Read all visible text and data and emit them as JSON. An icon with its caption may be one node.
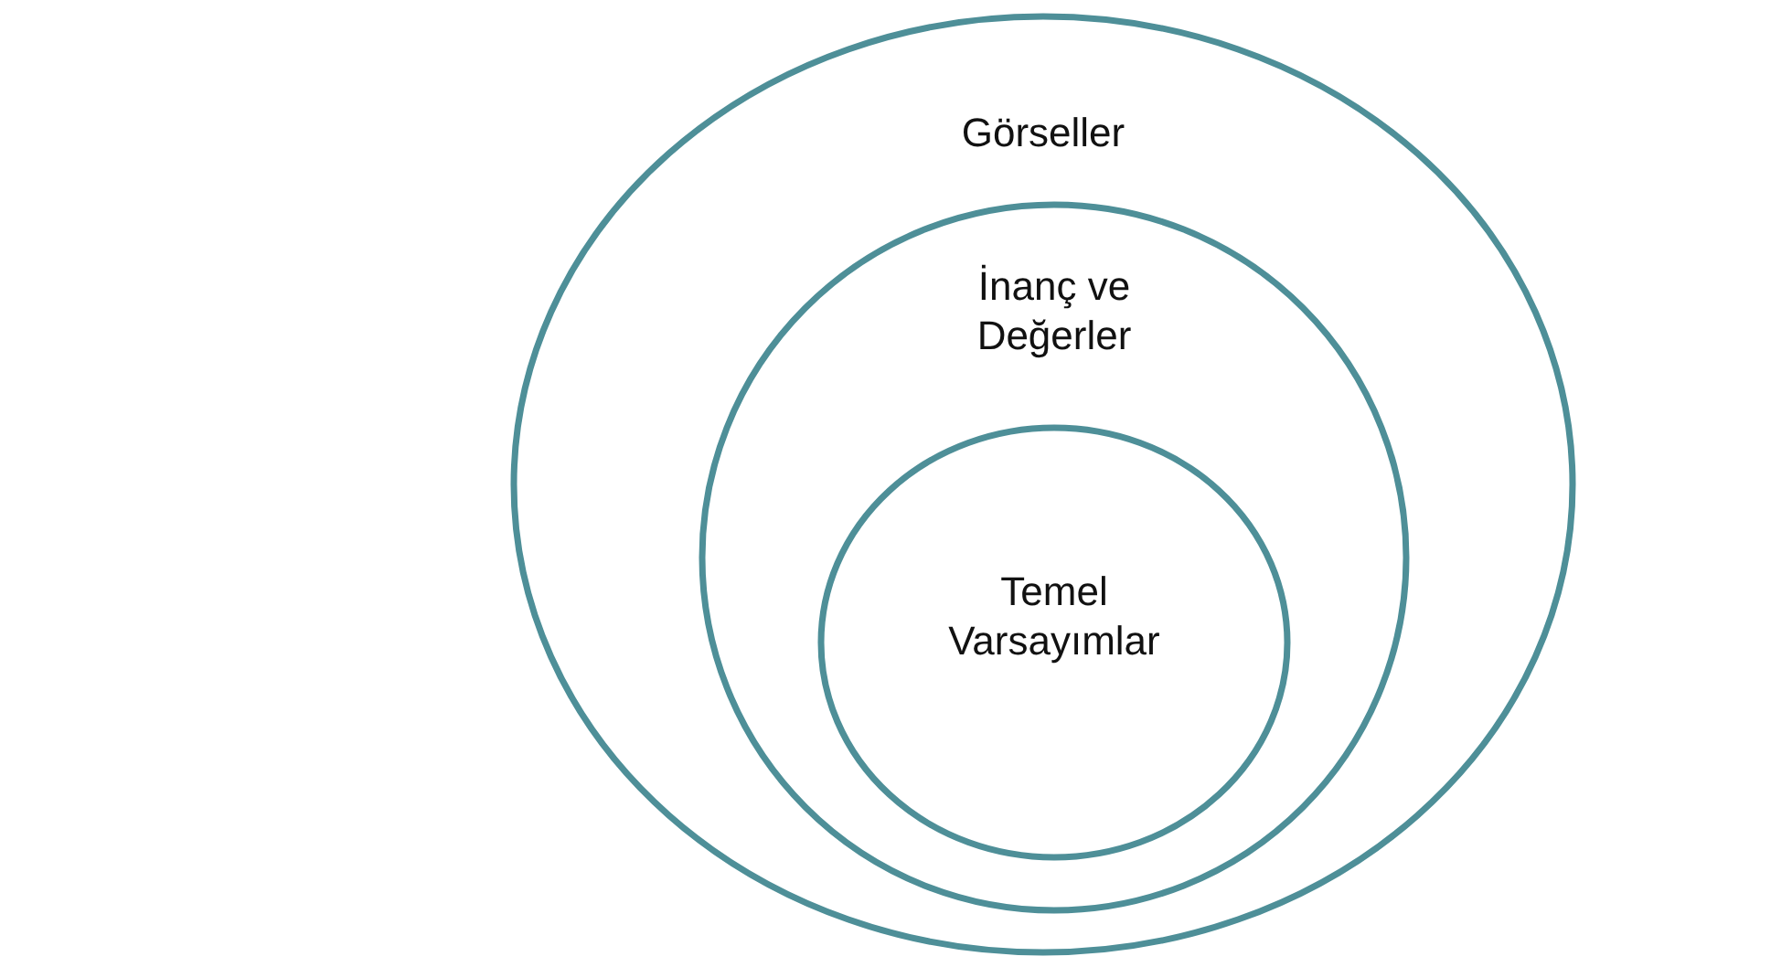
{
  "diagram": {
    "nodes": [
      {
        "text": [
          "Görseller"
        ]
      },
      {
        "text": [
          "İnanç ve Değerler"
        ],
        "in": 0
      },
      {
        "text": [
          "Temel Varsayımlar"
        ],
        "in": 1
      }
    ]
  }
}
